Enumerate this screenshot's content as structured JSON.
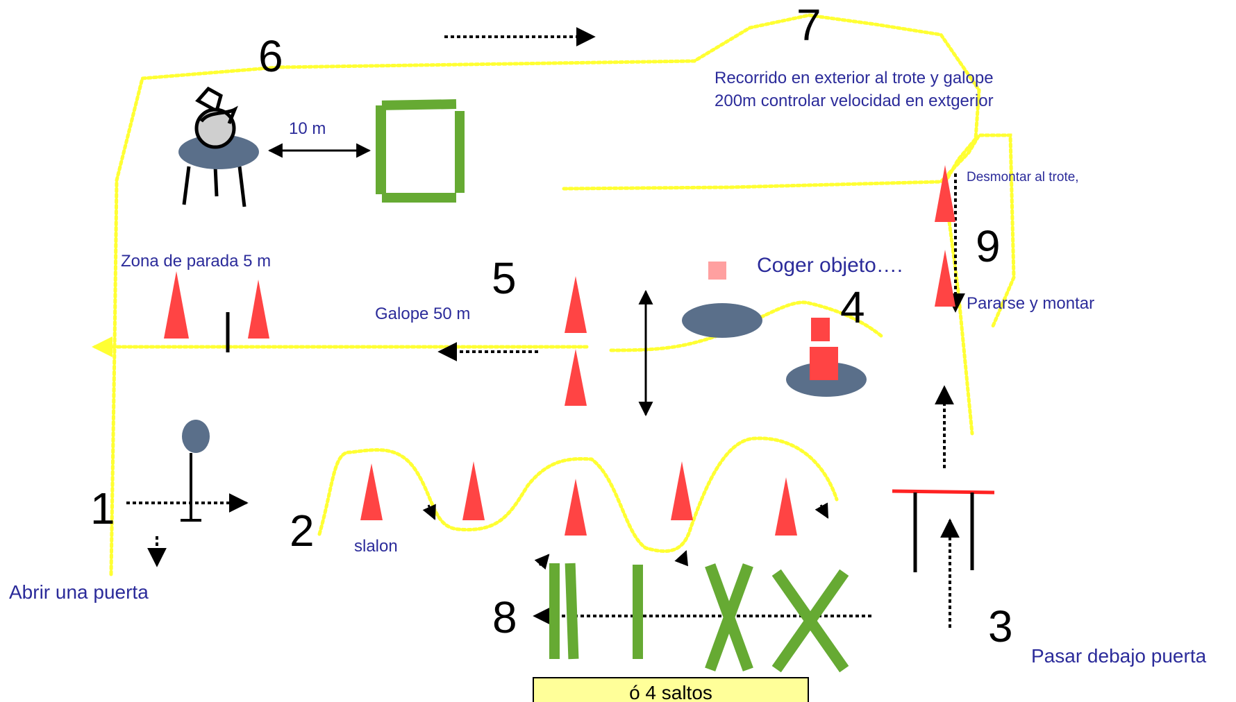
{
  "diagram": {
    "colors": {
      "path": "#ffff33",
      "cone": "#ff4444",
      "pole": "#66aa33",
      "table": "#5a6f8a",
      "text": "#2b2b9a",
      "bar": "#ff2222",
      "box_fill": "#ffff99"
    },
    "numbers": {
      "n1": "1",
      "n2": "2",
      "n3": "3",
      "n4": "4",
      "n5": "5",
      "n6": "6",
      "n7": "7",
      "n8": "8",
      "n9": "9"
    },
    "labels": {
      "open_gate": "Abrir una puerta",
      "slalom": "slalon",
      "under_gate": "Pasar debajo puerta",
      "four_jumps": "ó 4 saltos",
      "distance": "10 m",
      "stop_zone": "Zona de parada 5 m",
      "gallop": "Galope 50 m",
      "pick_object": "Coger objeto….",
      "outside_line1": "Recorrido en exterior al trote y  galope",
      "outside_line2": "200m  controlar velocidad en extgerior",
      "dismount": "Desmontar al trote,",
      "stop_mount": "Pararse y montar"
    }
  }
}
